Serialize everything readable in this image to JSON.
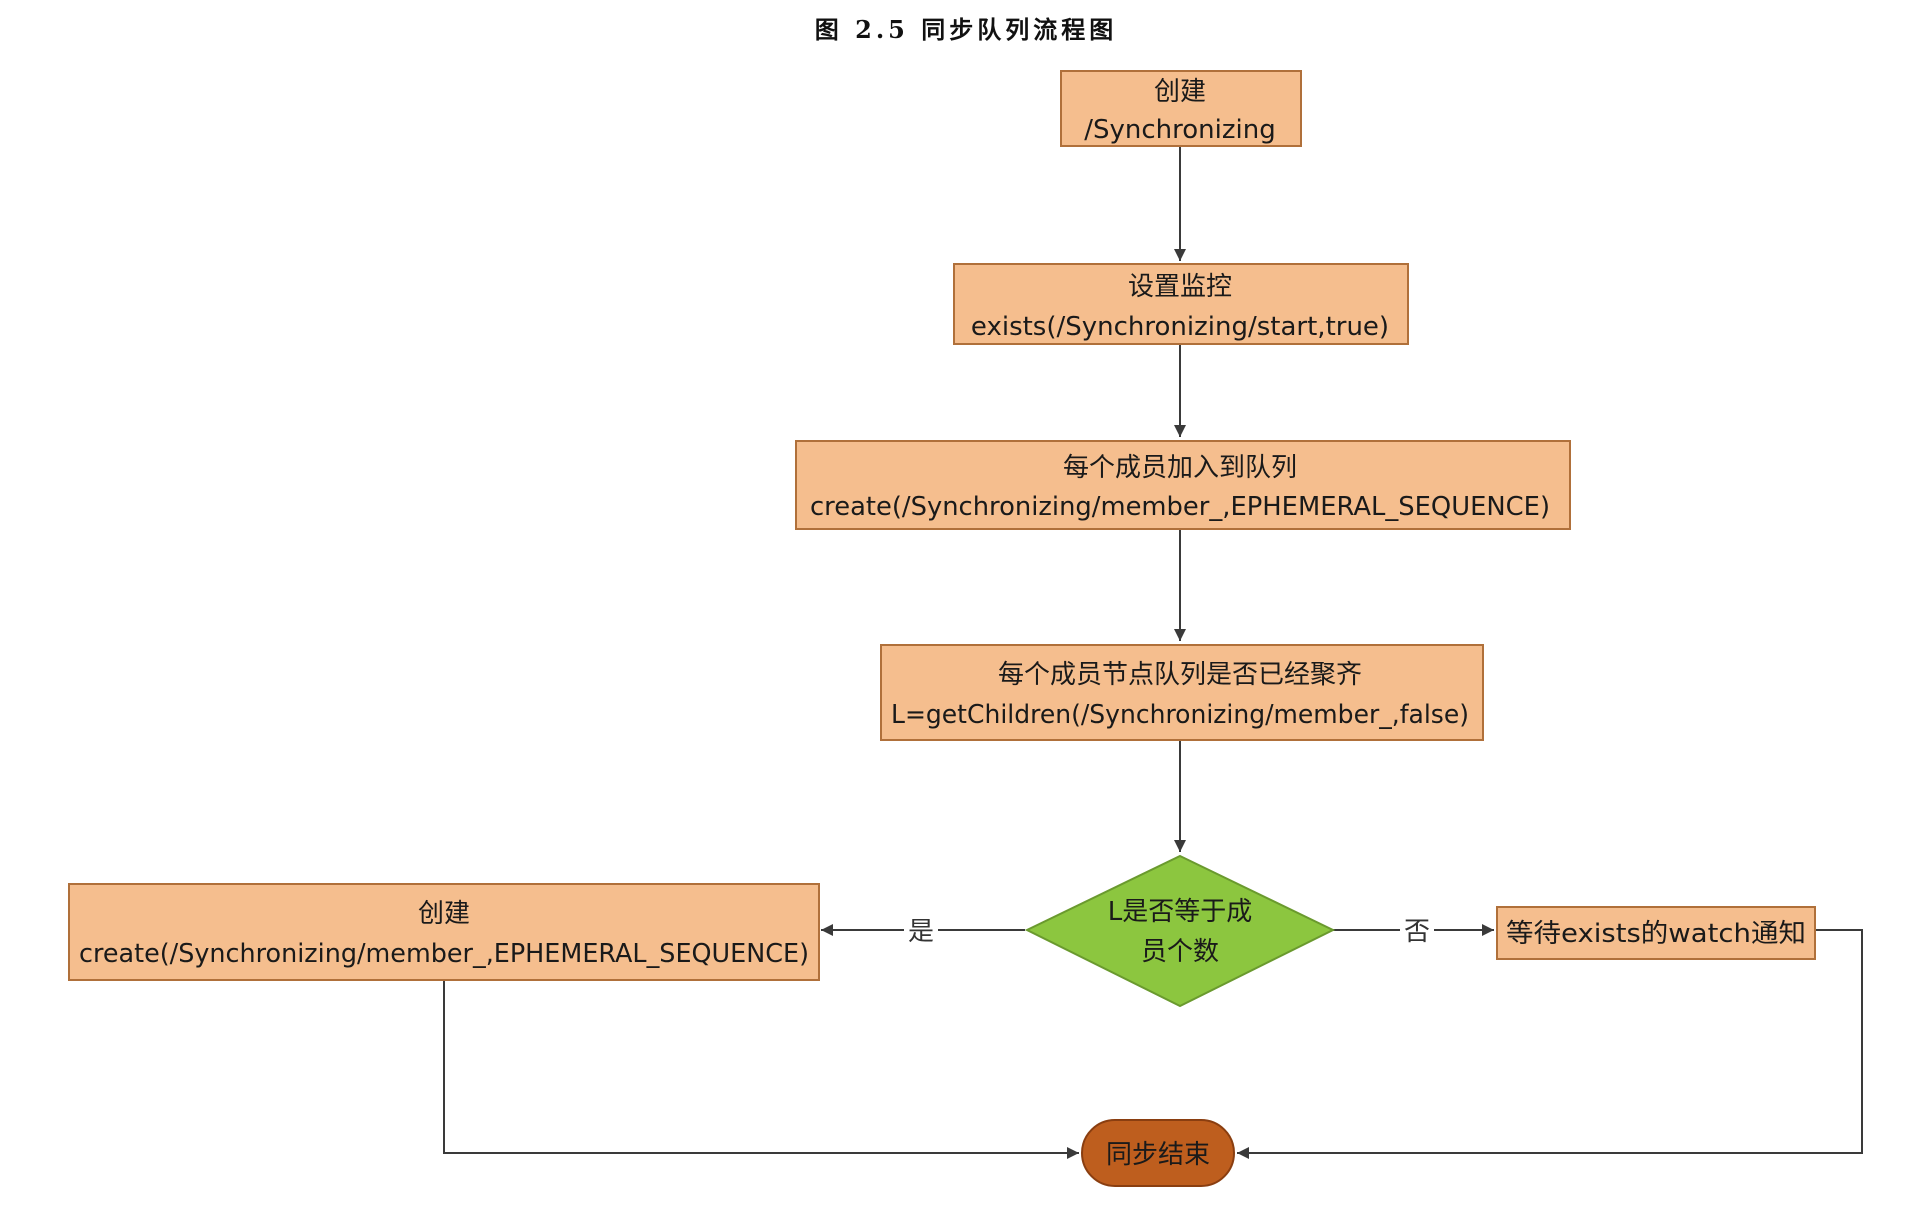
{
  "caption": "图 2.5 同步队列流程图",
  "colors": {
    "process_fill": "#F5BE8E",
    "process_stroke": "#B0703A",
    "decision_fill": "#8CC63F",
    "decision_stroke": "#6A9A2E",
    "terminal_fill": "#BE5E1E",
    "terminal_stroke": "#8A3E10",
    "edge": "#3a3a3a",
    "caption": "#111111"
  },
  "nodes": {
    "create_sync": {
      "line1": "创建",
      "line2": "/Synchronizing"
    },
    "set_watch": {
      "line1": "设置监控",
      "line2": "exists(/Synchronizing/start,true)"
    },
    "join_queue": {
      "line1": "每个成员加入到队列",
      "line2": "create(/Synchronizing/member_,EPHEMERAL_SEQUENCE)"
    },
    "check_ready": {
      "line1": "每个成员节点队列是否已经聚齐",
      "line2": "L=getChildren(/Synchronizing/member_,false)"
    },
    "decision": {
      "line1": "L是否等于成",
      "line2": "员个数"
    },
    "create_member": {
      "line1": "创建",
      "line2": "create(/Synchronizing/member_,EPHEMERAL_SEQUENCE)"
    },
    "wait_notify": {
      "label": "等待exists的watch通知"
    },
    "end": {
      "label": "同步结束"
    }
  },
  "edges": {
    "yes_label": "是",
    "no_label": "否"
  }
}
